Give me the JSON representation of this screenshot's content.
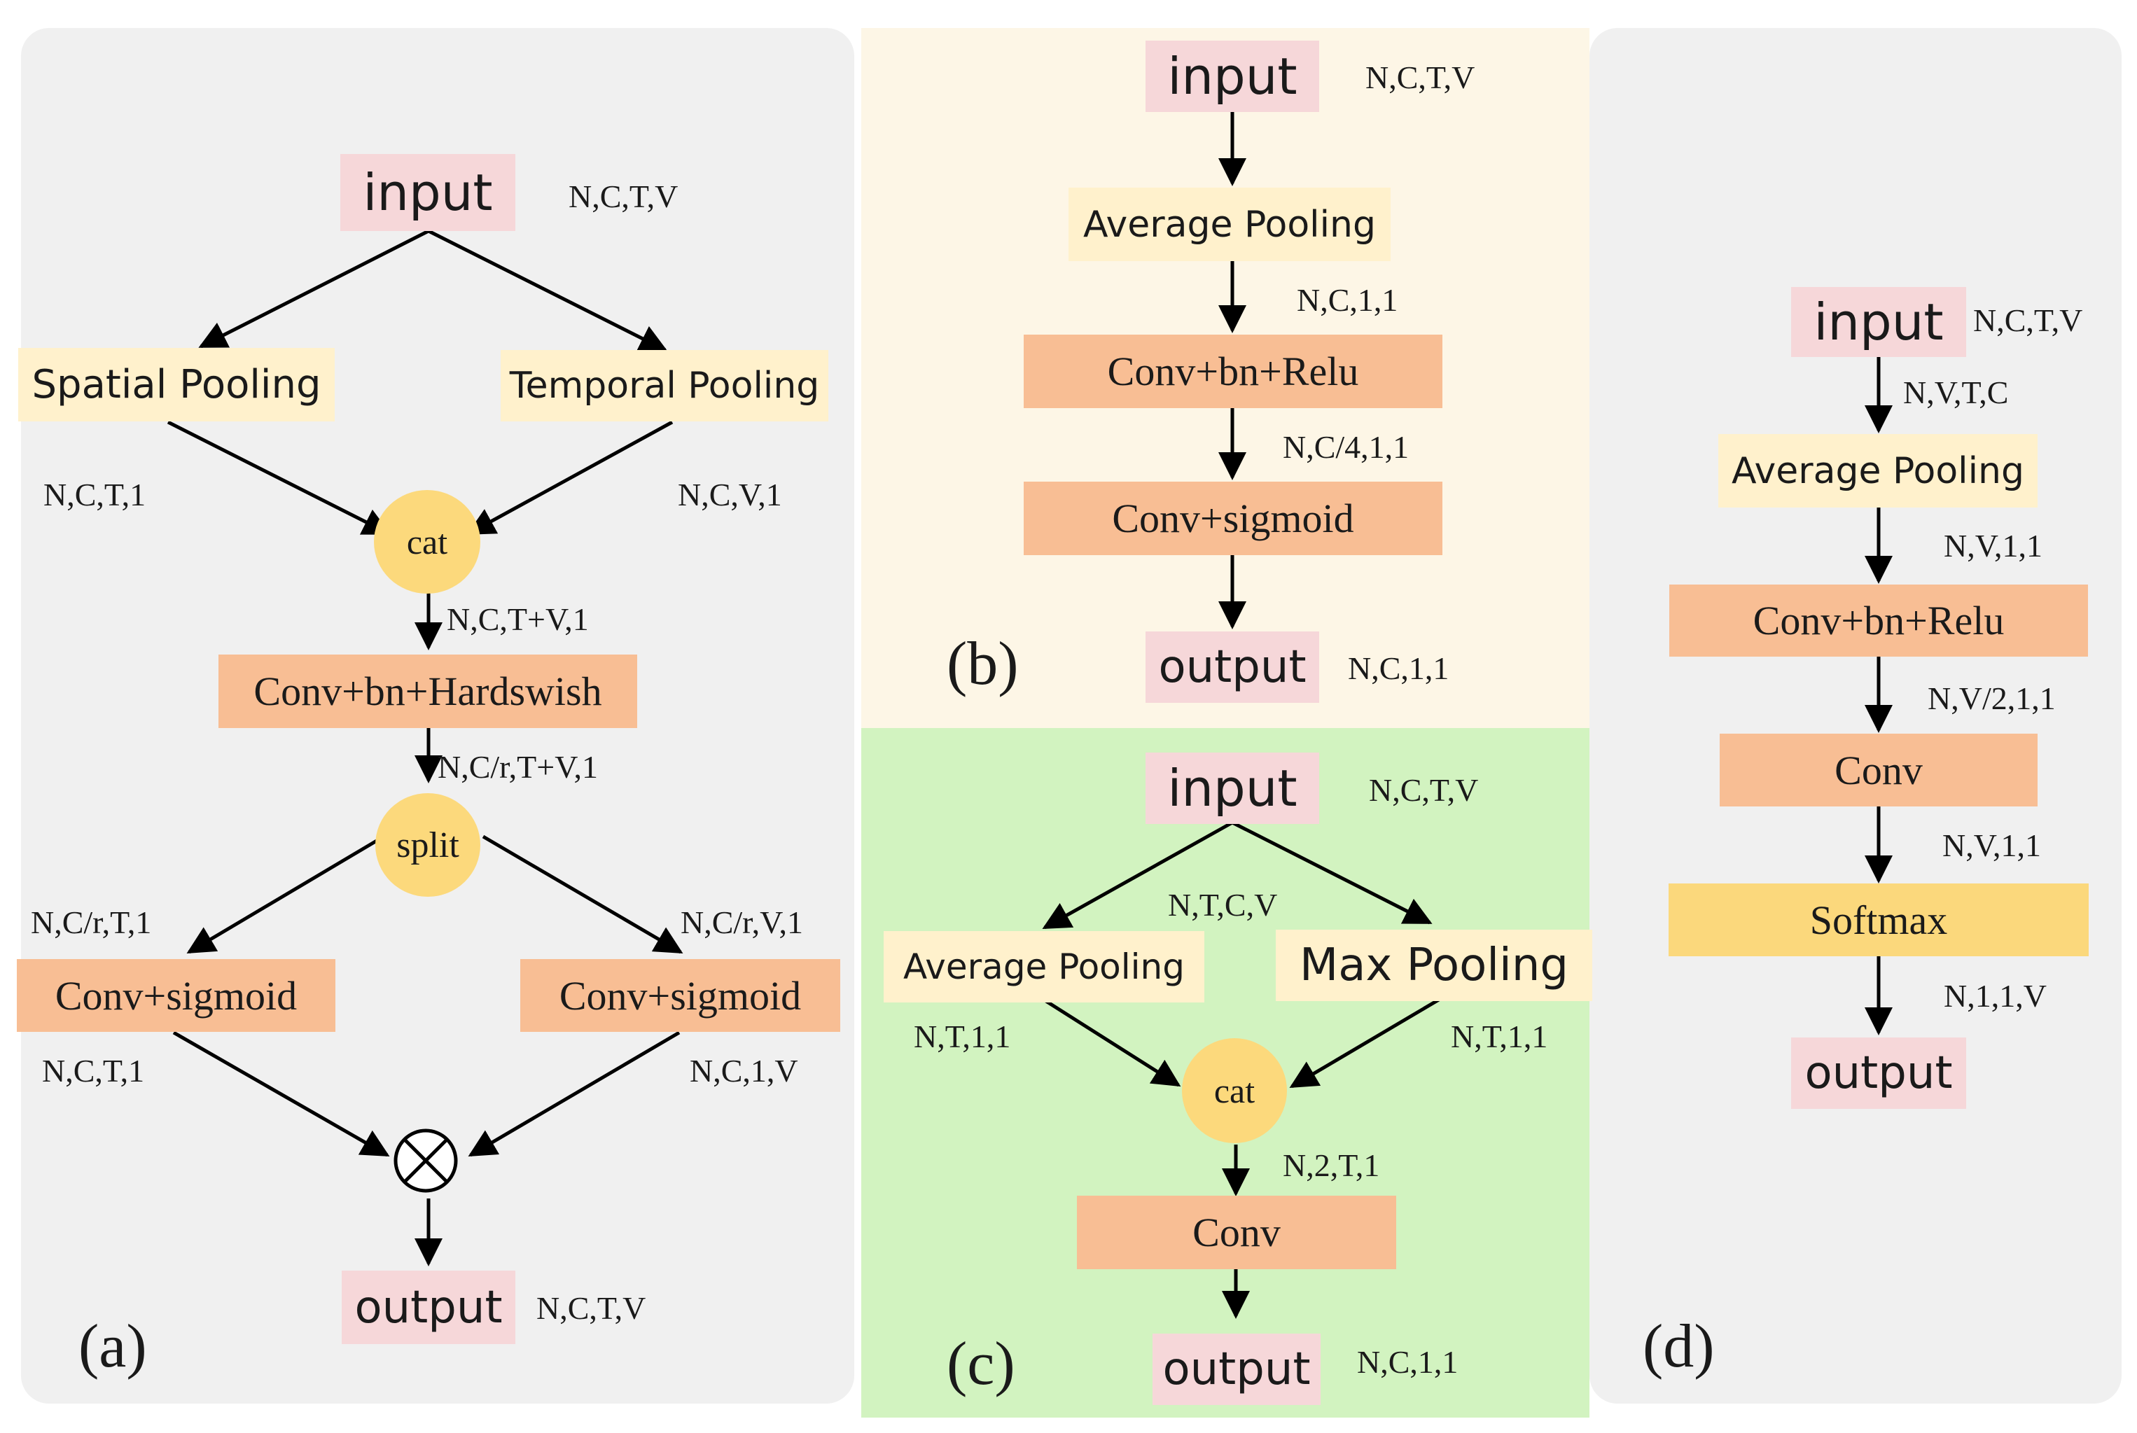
{
  "panel_a": {
    "label": "(a)",
    "input": "input",
    "input_shape": "N,C,T,V",
    "spatial_pooling": "Spatial Pooling",
    "temporal_pooling": "Temporal Pooling",
    "spatial_shape": "N,C,T,1",
    "temporal_shape": "N,C,V,1",
    "cat": "cat",
    "cat_shape": "N,C,T+V,1",
    "conv_hardswish": "Conv+bn+Hardswish",
    "conv_shape": "N,C/r,T+V,1",
    "split": "split",
    "split_left_shape": "N,C/r,T,1",
    "split_right_shape": "N,C/r,V,1",
    "conv_sigmoid_left": "Conv+sigmoid",
    "conv_sigmoid_right": "Conv+sigmoid",
    "left_out_shape": "N,C,T,1",
    "right_out_shape": "N,C,1,V",
    "output": "output",
    "output_shape": "N,C,T,V"
  },
  "panel_b": {
    "label": "(b)",
    "input": "input",
    "input_shape": "N,C,T,V",
    "average_pooling": "Average Pooling",
    "pool_shape": "N,C,1,1",
    "conv_relu": "Conv+bn+Relu",
    "conv_relu_shape": "N,C/4,1,1",
    "conv_sigmoid": "Conv+sigmoid",
    "output": "output",
    "output_shape": "N,C,1,1"
  },
  "panel_c": {
    "label": "(c)",
    "input": "input",
    "input_shape": "N,C,T,V",
    "permute_shape": "N,T,C,V",
    "average_pooling": "Average Pooling",
    "max_pooling": "Max Pooling",
    "avg_shape": "N,T,1,1",
    "max_shape": "N,T,1,1",
    "cat": "cat",
    "cat_shape": "N,2,T,1",
    "conv": "Conv",
    "output": "output",
    "output_shape": "N,C,1,1"
  },
  "panel_d": {
    "label": "(d)",
    "input": "input",
    "input_shape": "N,C,T,V",
    "permute_shape": "N,V,T,C",
    "average_pooling": "Average Pooling",
    "pool_shape": "N,V,1,1",
    "conv_relu": "Conv+bn+Relu",
    "conv_relu_shape": "N,V/2,1,1",
    "conv": "Conv",
    "conv_shape": "N,V,1,1",
    "softmax": "Softmax",
    "softmax_shape": "N,1,1,V",
    "output": "output"
  },
  "colors": {
    "input_output": "#f6d7d9",
    "pooling": "#fff1cc",
    "conv": "#f8be94",
    "node": "#fcd97c",
    "panel_a_bg": "#f0f0f0",
    "panel_b_bg": "#fdf6e6",
    "panel_c_bg": "#d2f3c0",
    "panel_d_bg": "#f0f0f0"
  }
}
